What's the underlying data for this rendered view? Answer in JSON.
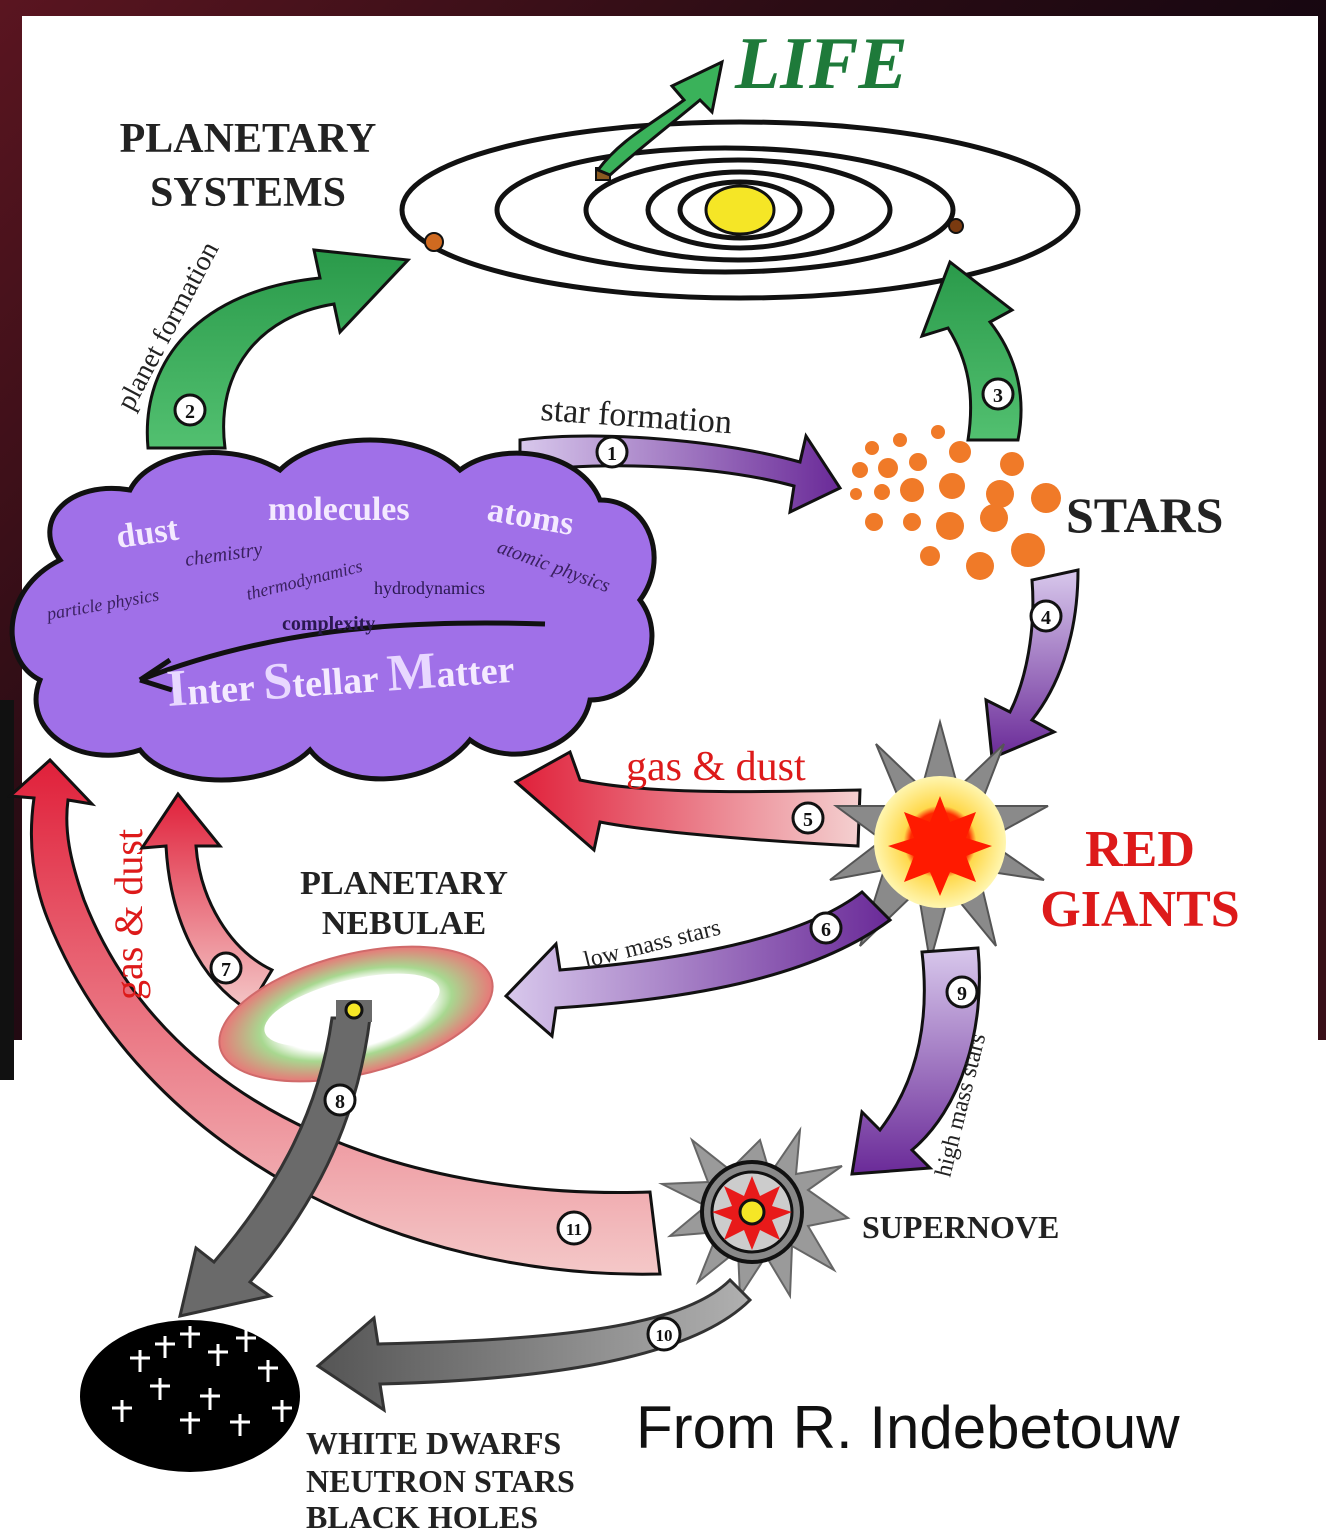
{
  "labels": {
    "life": "LIFE",
    "planetary_systems": [
      "PLANETARY",
      "SYSTEMS"
    ],
    "planet_formation": "planet formation",
    "star_formation": "star formation",
    "stars": "STARS",
    "red_giants": [
      "RED",
      "GIANTS"
    ],
    "gas_dust_5": "gas & dust",
    "gas_dust_11": "gas & dust",
    "planetary_nebulae": [
      "PLANETARY",
      "NEBULAE"
    ],
    "low_mass_stars": "low mass stars",
    "high_mass_stars": "high mass stars",
    "supernove": "SUPERNOVE",
    "remnants": [
      "WHITE DWARFS",
      "NEUTRON STARS",
      "BLACK HOLES"
    ]
  },
  "cloud": {
    "words": [
      "dust",
      "molecules",
      "atoms",
      "chemistry",
      "thermodynamics",
      "atomic physics",
      "particle physics",
      "hydrodynamics",
      "complexity"
    ],
    "ism_caps": [
      "I",
      "S",
      "M"
    ],
    "ism_rest": [
      "nter ",
      "tellar ",
      "atter"
    ]
  },
  "steps": [
    "1",
    "2",
    "3",
    "4",
    "5",
    "6",
    "7",
    "8",
    "9",
    "10",
    "11"
  ],
  "caption": "From R. Indebetouw",
  "colors": {
    "green_arrow": "#3aa85a",
    "purple_arrow": "#7a3aa0",
    "red_arrow": "#e0303a",
    "gray_arrow": "#6a6a6a",
    "cloud": "#a070e8",
    "life_text": "#1e7a3a",
    "red_text": "#dd1a1a",
    "star_orange": "#f07a28",
    "sun": "#f5e626"
  }
}
